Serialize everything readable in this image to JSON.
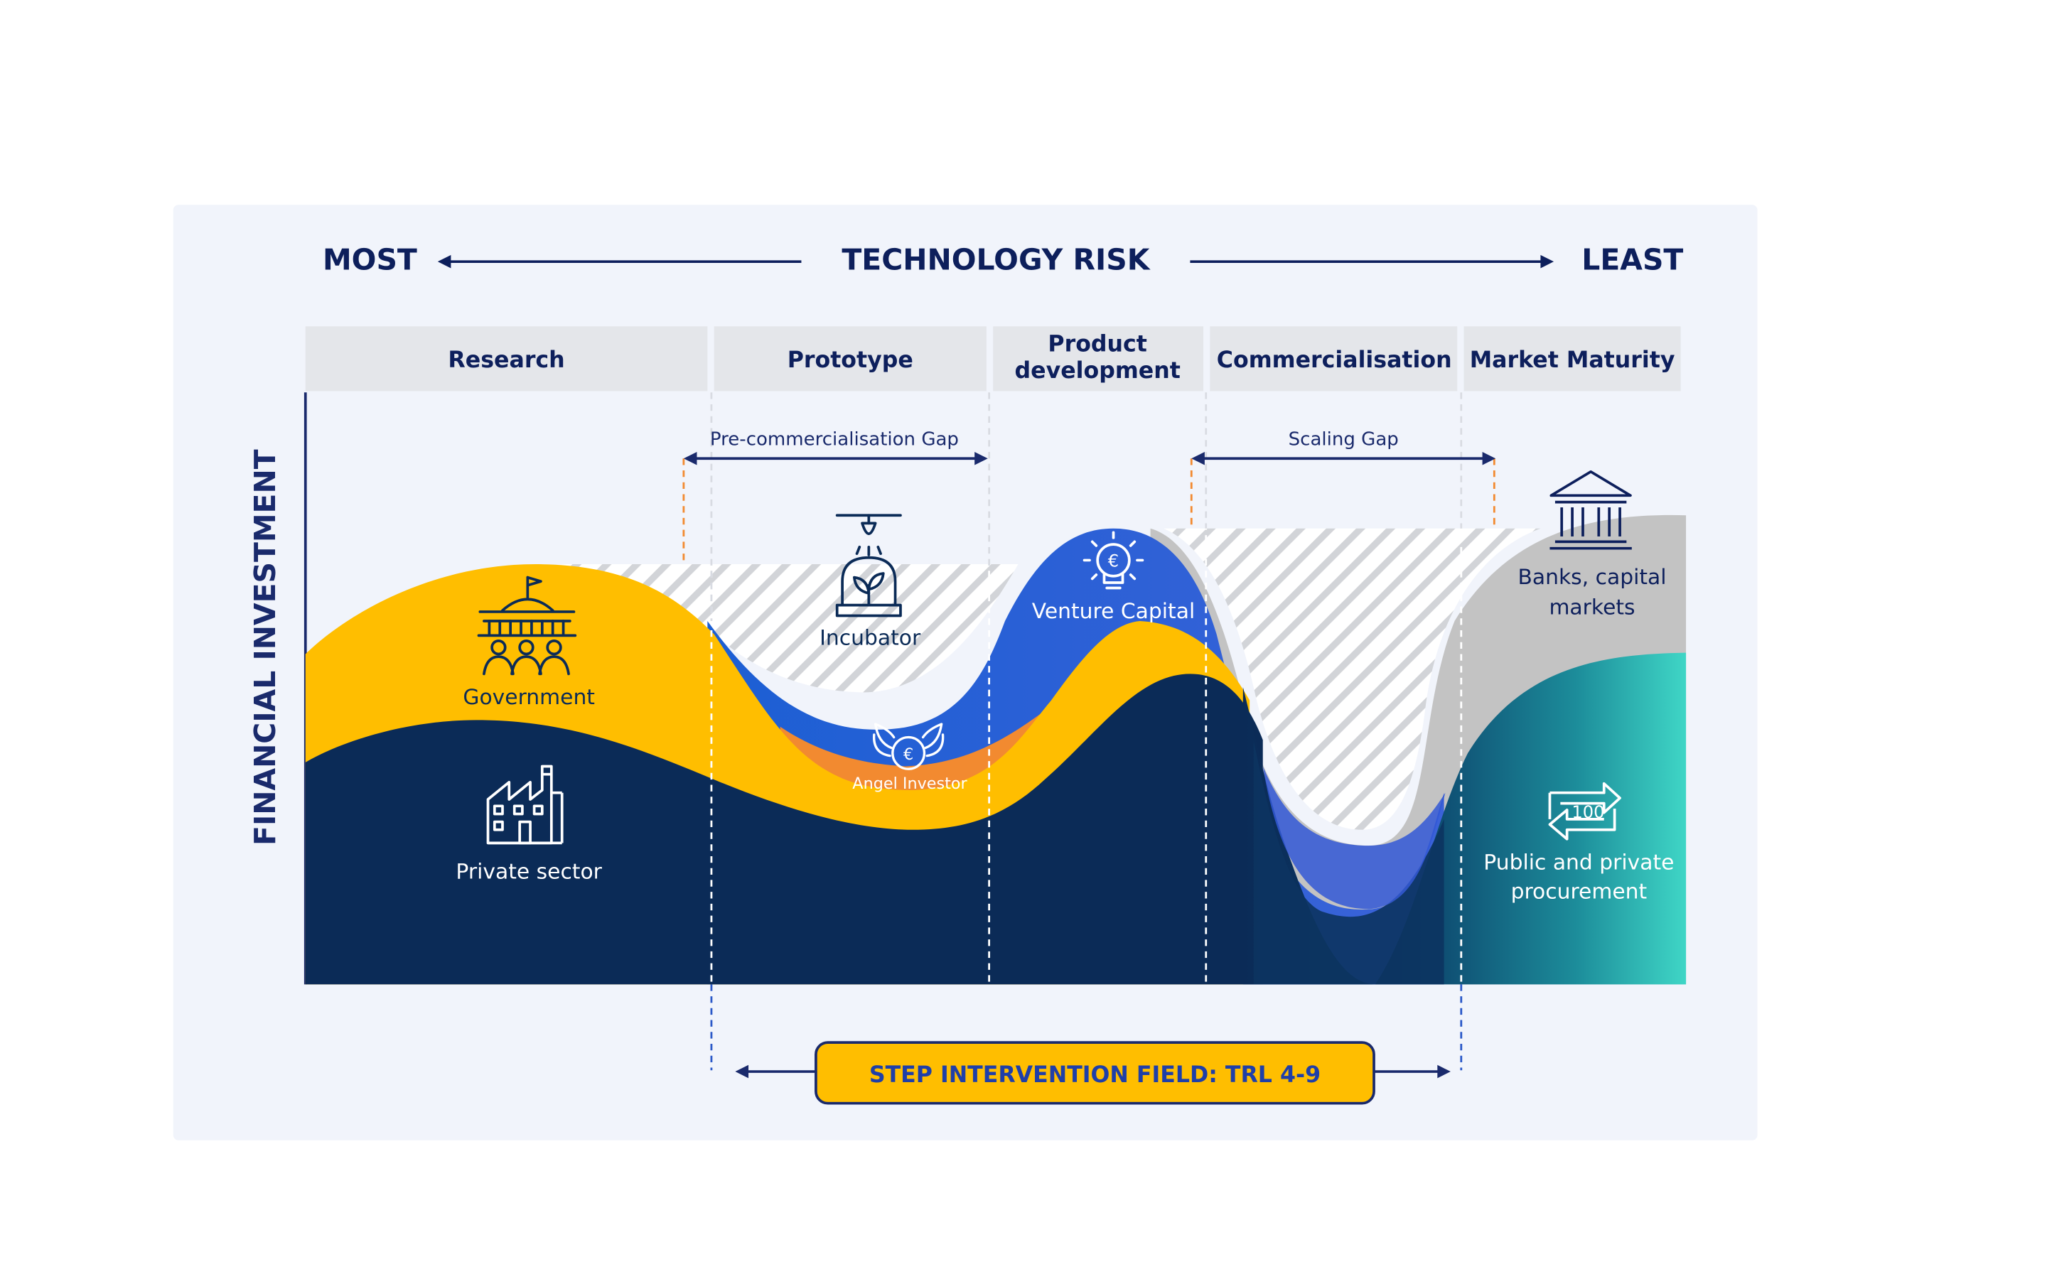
{
  "header": {
    "left_label": "MOST",
    "center_label": "TECHNOLOGY RISK",
    "right_label": "LEAST"
  },
  "y_axis_label": "FINANCIAL INVESTMENT",
  "stages": [
    {
      "id": "research",
      "lines": [
        "Research"
      ]
    },
    {
      "id": "prototype",
      "lines": [
        "Prototype"
      ]
    },
    {
      "id": "product-development",
      "lines": [
        "Product",
        "development"
      ]
    },
    {
      "id": "commercialisation",
      "lines": [
        "Commercialisation"
      ]
    },
    {
      "id": "market-maturity",
      "lines": [
        "Market Maturity"
      ]
    }
  ],
  "gaps": {
    "pre_commercialisation": "Pre-commercialisation Gap",
    "scaling": "Scaling Gap"
  },
  "actors": {
    "government": {
      "label": "Government",
      "icon": "government-building-icon"
    },
    "private_sector": {
      "label": "Private sector",
      "icon": "factory-icon"
    },
    "incubator": {
      "label": "Incubator",
      "icon": "incubator-dome-icon"
    },
    "angel_investor": {
      "label": "Angel Investor",
      "icon": "winged-euro-icon"
    },
    "venture_capital": {
      "label": "Venture Capital",
      "icon": "euro-lightbulb-icon"
    },
    "banks": {
      "lines": [
        "Banks, capital",
        "markets"
      ],
      "icon": "bank-icon"
    },
    "procurement": {
      "lines": [
        "Public and private",
        "procurement"
      ],
      "icon": "procurement-exchange-icon"
    }
  },
  "procurement_icon_text": "100",
  "intervention": "STEP INTERVENTION FIELD: TRL 4-9",
  "colors": {
    "navy": "#0a2a5c",
    "dark_navy": "#0b2b57",
    "yellow": "#ffbe00",
    "blue": "#1c5fd4",
    "orange": "#f28a30",
    "grey": "#c3c3c3",
    "teal": "#3fd6c6",
    "panel": "#f1f4fb",
    "header_bg": "#e4e6ea",
    "dashed_orange": "#f28a30",
    "dashed_blue": "#2a58c8"
  }
}
